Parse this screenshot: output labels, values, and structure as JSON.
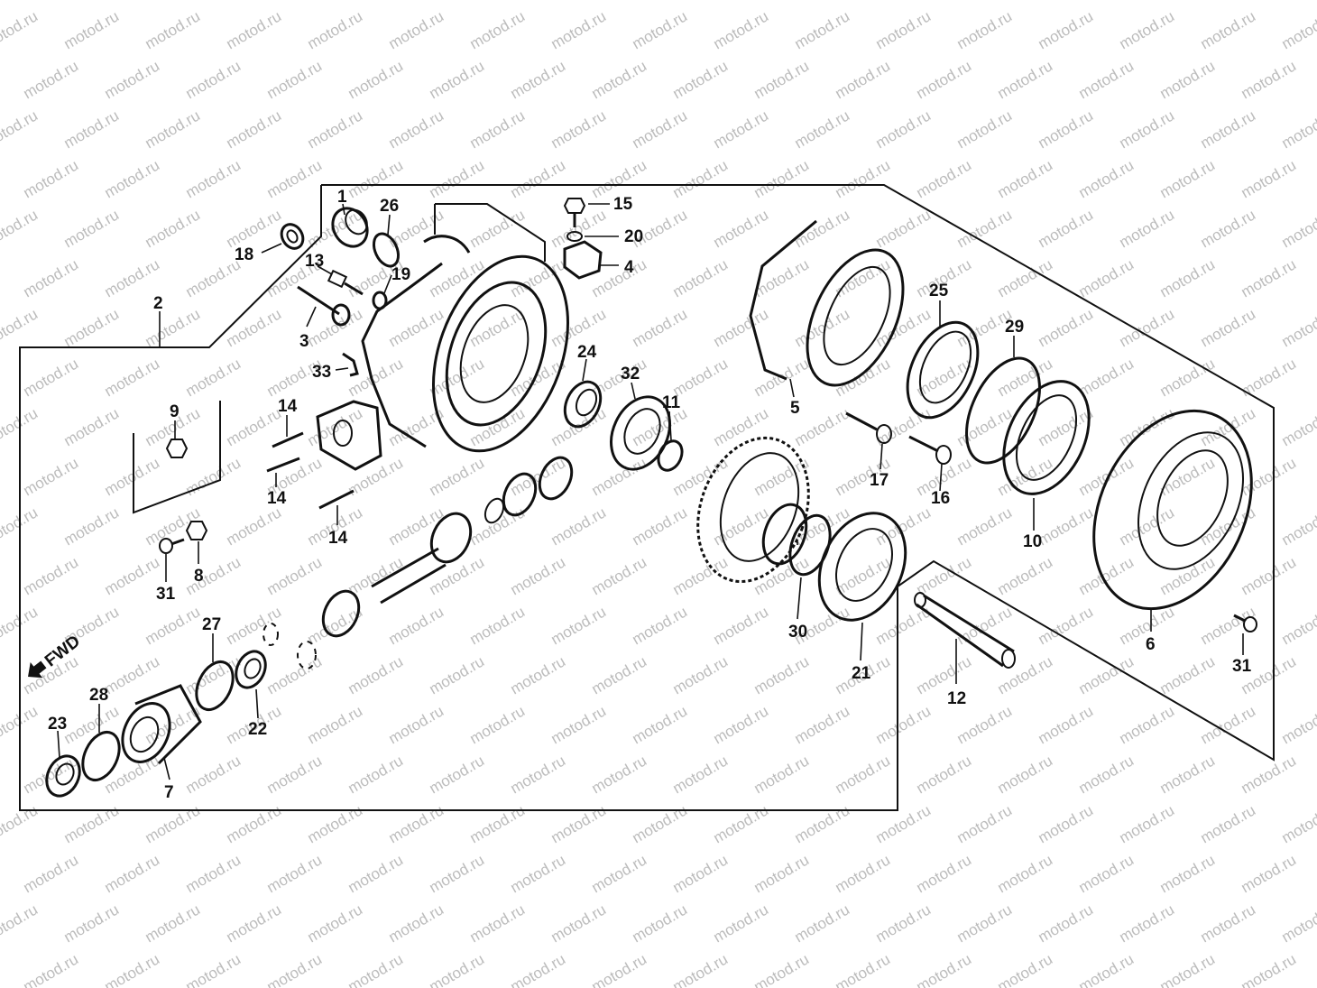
{
  "watermark": "motod.ru",
  "direction_label": "FWD",
  "labels": [
    {
      "id": "1",
      "text": "1"
    },
    {
      "id": "2",
      "text": "2"
    },
    {
      "id": "3",
      "text": "3"
    },
    {
      "id": "4",
      "text": "4"
    },
    {
      "id": "5",
      "text": "5"
    },
    {
      "id": "6",
      "text": "6"
    },
    {
      "id": "7",
      "text": "7"
    },
    {
      "id": "8",
      "text": "8"
    },
    {
      "id": "9",
      "text": "9"
    },
    {
      "id": "10",
      "text": "10"
    },
    {
      "id": "11",
      "text": "11"
    },
    {
      "id": "12",
      "text": "12"
    },
    {
      "id": "13",
      "text": "13"
    },
    {
      "id": "14a",
      "text": "14"
    },
    {
      "id": "14b",
      "text": "14"
    },
    {
      "id": "14c",
      "text": "14"
    },
    {
      "id": "15",
      "text": "15"
    },
    {
      "id": "16",
      "text": "16"
    },
    {
      "id": "17",
      "text": "17"
    },
    {
      "id": "18",
      "text": "18"
    },
    {
      "id": "19",
      "text": "19"
    },
    {
      "id": "20",
      "text": "20"
    },
    {
      "id": "21",
      "text": "21"
    },
    {
      "id": "22",
      "text": "22"
    },
    {
      "id": "23",
      "text": "23"
    },
    {
      "id": "24",
      "text": "24"
    },
    {
      "id": "25",
      "text": "25"
    },
    {
      "id": "26",
      "text": "26"
    },
    {
      "id": "27",
      "text": "27"
    },
    {
      "id": "28",
      "text": "28"
    },
    {
      "id": "29",
      "text": "29"
    },
    {
      "id": "30",
      "text": "30"
    },
    {
      "id": "31a",
      "text": "31"
    },
    {
      "id": "31b",
      "text": "31"
    },
    {
      "id": "32",
      "text": "32"
    },
    {
      "id": "33",
      "text": "33"
    }
  ]
}
